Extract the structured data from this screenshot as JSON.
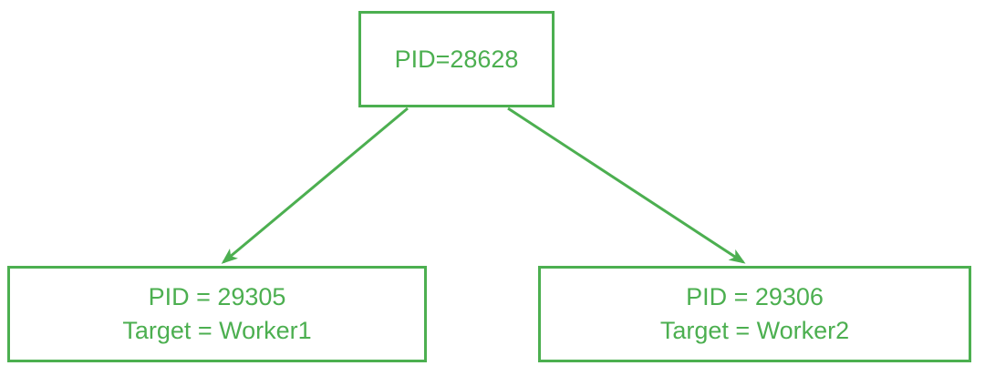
{
  "colors": {
    "accent": "#4caf50",
    "background": "#ffffff"
  },
  "nodes": {
    "parent": {
      "line1": "PID=28628"
    },
    "worker1": {
      "line1": "PID = 29305",
      "line2": "Target = Worker1"
    },
    "worker2": {
      "line1": "PID = 29306",
      "line2": "Target = Worker2"
    }
  },
  "edges": [
    {
      "from": "parent",
      "to": "worker1"
    },
    {
      "from": "parent",
      "to": "worker2"
    }
  ]
}
